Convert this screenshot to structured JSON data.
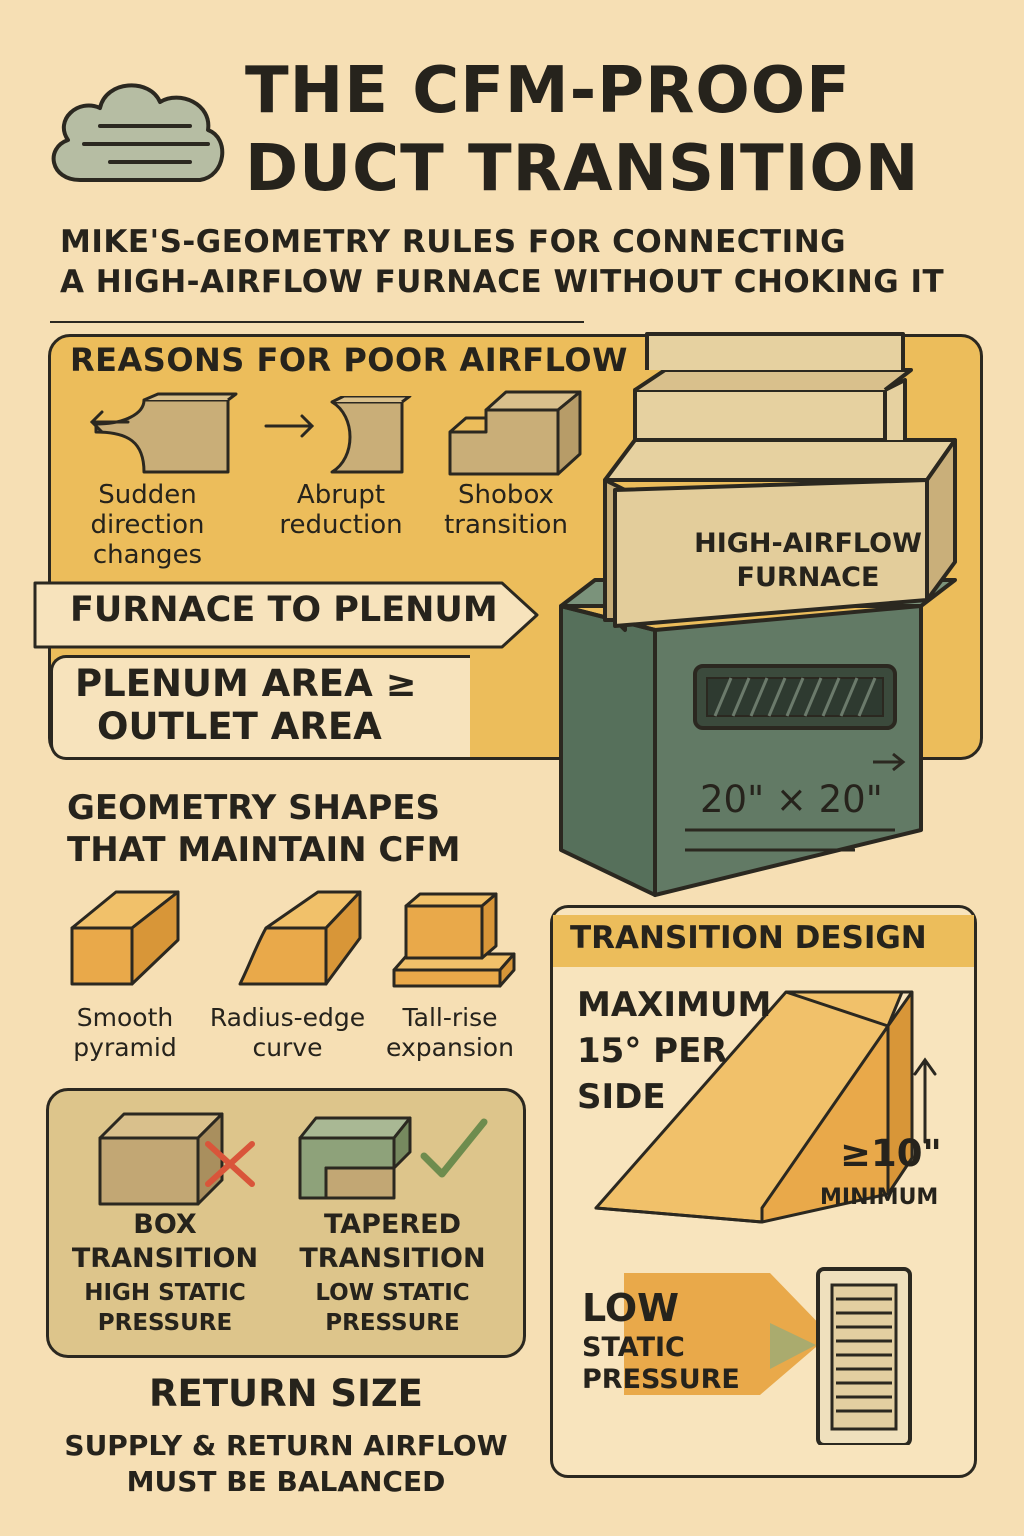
{
  "header": {
    "title_line1": "THE CFM-PROOF",
    "title_line2": "DUCT TRANSITION",
    "subtitle_line1": "MIKE'S-GEOMETRY RULES FOR CONNECTING",
    "subtitle_line2": "A HIGH-AIRFLOW FURNACE WITHOUT CHOKING IT"
  },
  "reasons": {
    "title": "REASONS FOR POOR AIRFLOW",
    "items": [
      {
        "icon": "direction-change-icon",
        "line1": "Sudden",
        "line2": "direction",
        "line3": "changes"
      },
      {
        "icon": "abrupt-reduction-icon",
        "line1": "Abrupt",
        "line2": "reduction",
        "line3": ""
      },
      {
        "icon": "shoebox-transition-icon",
        "line1": "Shobox",
        "line2": "transition",
        "line3": ""
      }
    ]
  },
  "furnace_to_plenum": {
    "banner": "FURNACE TO PLENUM",
    "rule_line1": "PLENUM AREA ≥",
    "rule_line2": "OUTLET AREA"
  },
  "furnace": {
    "label_line1": "HIGH-AIRFLOW",
    "label_line2": "FURNACE",
    "dimensions": "20\" × 20\""
  },
  "geometry": {
    "title_line1": "GEOMETRY SHAPES",
    "title_line2": "THAT MAINTAIN CFM",
    "shapes": [
      {
        "icon": "smooth-pyramid-icon",
        "line1": "Smooth",
        "line2": "pyramid"
      },
      {
        "icon": "radius-edge-curve-icon",
        "line1": "Radius-edge",
        "line2": "curve"
      },
      {
        "icon": "tall-rise-expansion-icon",
        "line1": "Tall-rise",
        "line2": "expansion"
      }
    ]
  },
  "comparison": {
    "box": {
      "line1": "BOX",
      "line2": "TRANSITION",
      "sub1": "HIGH STATIC",
      "sub2": "PRESSURE"
    },
    "tapered": {
      "line1": "TAPERED",
      "line2": "TRANSITION",
      "sub1": "LOW STATIC",
      "sub2": "PRESSURE"
    }
  },
  "return_size": {
    "title": "RETURN SIZE",
    "line1": "SUPPLY & RETURN AIRFLOW",
    "line2": "MUST BE BALANCED"
  },
  "transition_design": {
    "title": "TRANSITION DESIGN",
    "max_line1": "MAXIMUM",
    "max_line2": "15° PER",
    "max_line3": "SIDE",
    "min_value": "≥10\"",
    "min_label": "MINIMUM",
    "low_line1": "LOW",
    "low_line2": "STATIC",
    "low_line3": "PRESSURE"
  },
  "colors": {
    "background": "#f6dfb4",
    "panel_yellow": "#ecbd5b",
    "shape_orange": "#e9a94a",
    "furnace_green": "#627a65",
    "tan": "#d9c08c",
    "ink": "#26231c",
    "cross_red": "#d9553a",
    "check_green": "#6e8c4e"
  }
}
